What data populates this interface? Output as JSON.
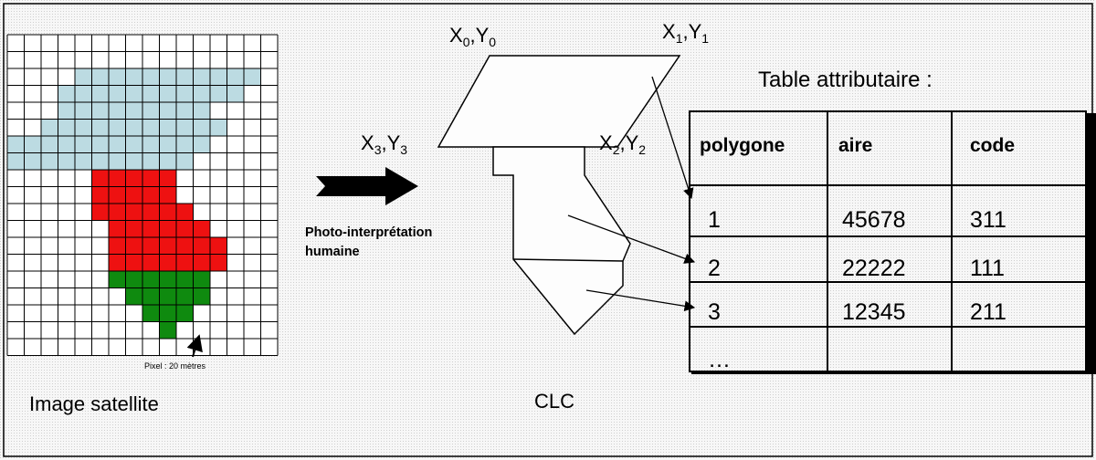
{
  "left_panel": {
    "caption": "Image satellite",
    "pixel_note": "Pixel : 20 mètres",
    "colors": {
      "water": "#bcdbe2",
      "red": "#ee1111",
      "green": "#0f8a0f",
      "grid": "#000000"
    },
    "grid_rows": [
      "................",
      "................",
      "....LLLLLLLLLLL.",
      "...LLLLLLLLLLL..",
      "...LLLLLLLLL....",
      "..LLLLLLLLLLL...",
      "LLLLLLLLLLLL....",
      "LLLLLLLLLLL.....",
      ".....RRRRR......",
      ".....RRRRR......",
      ".....RRRRRR.....",
      "......RRRRRR....",
      "......RRRRRRR...",
      "......RRRRRRR...",
      "......GGGGGG....",
      ".......GGGGG....",
      "........GGG.....",
      ".........G......",
      "................"
    ]
  },
  "arrow": {
    "label_line1": "Photo-interprétation",
    "label_line2": "humaine"
  },
  "clc": {
    "caption": "CLC",
    "vertices": [
      {
        "base": "X",
        "sub": "0",
        "sep": ",",
        "base2": "Y",
        "sub2": "0"
      },
      {
        "base": "X",
        "sub": "1",
        "sep": ",",
        "base2": "Y",
        "sub2": "1"
      },
      {
        "base": "X",
        "sub": "2",
        "sep": ",",
        "base2": "Y",
        "sub2": "2"
      },
      {
        "base": "X",
        "sub": "3",
        "sep": ",",
        "base2": "Y",
        "sub2": "3"
      }
    ]
  },
  "table": {
    "title": "Table attributaire :",
    "headers": [
      "polygone",
      "aire",
      "code"
    ],
    "rows": [
      [
        "1",
        "45678",
        "311"
      ],
      [
        "2",
        "22222",
        "111"
      ],
      [
        "3",
        "12345",
        "211"
      ],
      [
        "…",
        "",
        ""
      ]
    ]
  }
}
